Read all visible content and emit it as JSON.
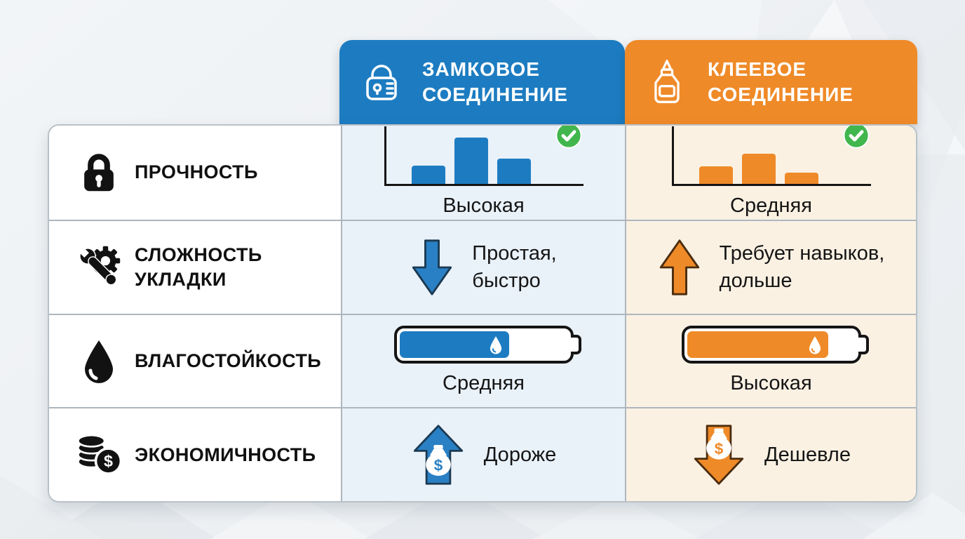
{
  "header": {
    "lock": {
      "line1": "ЗАМКОВОЕ",
      "line2": "СОЕДИНЕНИЕ",
      "icon": "padlock-outline-icon"
    },
    "glue": {
      "line1": "КЛЕЕВОЕ",
      "line2": "СОЕДИНЕНИЕ",
      "icon": "glue-bottle-icon"
    }
  },
  "rows": {
    "strength": {
      "label1": "ПРОЧНОСТЬ",
      "label2": "",
      "icon": "lock-icon",
      "lock": {
        "caption": "Высокая",
        "bars": [
          26,
          66,
          36
        ],
        "badge": "check"
      },
      "glue": {
        "caption": "Средняя",
        "bars": [
          25,
          43,
          16
        ],
        "badge": "check"
      }
    },
    "installation": {
      "label1": "СЛОЖНОСТЬ",
      "label2": "УКЛАДКИ",
      "icon": "wrench-gear-icon",
      "lock": {
        "line1": "Простая,",
        "line2": "быстро",
        "arrow": "down"
      },
      "glue": {
        "line1": "Требует навыков,",
        "line2": "дольше",
        "arrow": "up"
      }
    },
    "moisture": {
      "label1": "ВЛАГОСТОЙКОСТЬ",
      "label2": "",
      "icon": "droplet-icon",
      "lock": {
        "caption": "Средняя",
        "fill_percent": 65
      },
      "glue": {
        "caption": "Высокая",
        "fill_percent": 84
      }
    },
    "economy": {
      "label1": "ЭКОНОМИЧНОСТЬ",
      "label2": "",
      "icon": "coins-icon",
      "lock": {
        "text": "Дороже",
        "arrow": "up"
      },
      "glue": {
        "text": "Дешевле",
        "arrow": "down"
      }
    }
  },
  "colors": {
    "lock_primary": "#1d7cc1",
    "glue_primary": "#ef8a28",
    "lock_cell_bg": "#e9f1f9",
    "glue_cell_bg": "#faf1e3",
    "check_green": "#41b64d",
    "text": "#151515"
  },
  "chart_data": [
    {
      "type": "bar",
      "title": "Прочность — замковое соединение",
      "categories": [
        "",
        "",
        ""
      ],
      "values": [
        26,
        66,
        36
      ],
      "annotation": "Высокая",
      "color": "#1d7cc1",
      "legend_position": "none"
    },
    {
      "type": "bar",
      "title": "Прочность — клеевое соединение",
      "categories": [
        "",
        "",
        ""
      ],
      "values": [
        25,
        43,
        16
      ],
      "annotation": "Средняя",
      "color": "#ef8a28",
      "legend_position": "none"
    }
  ]
}
